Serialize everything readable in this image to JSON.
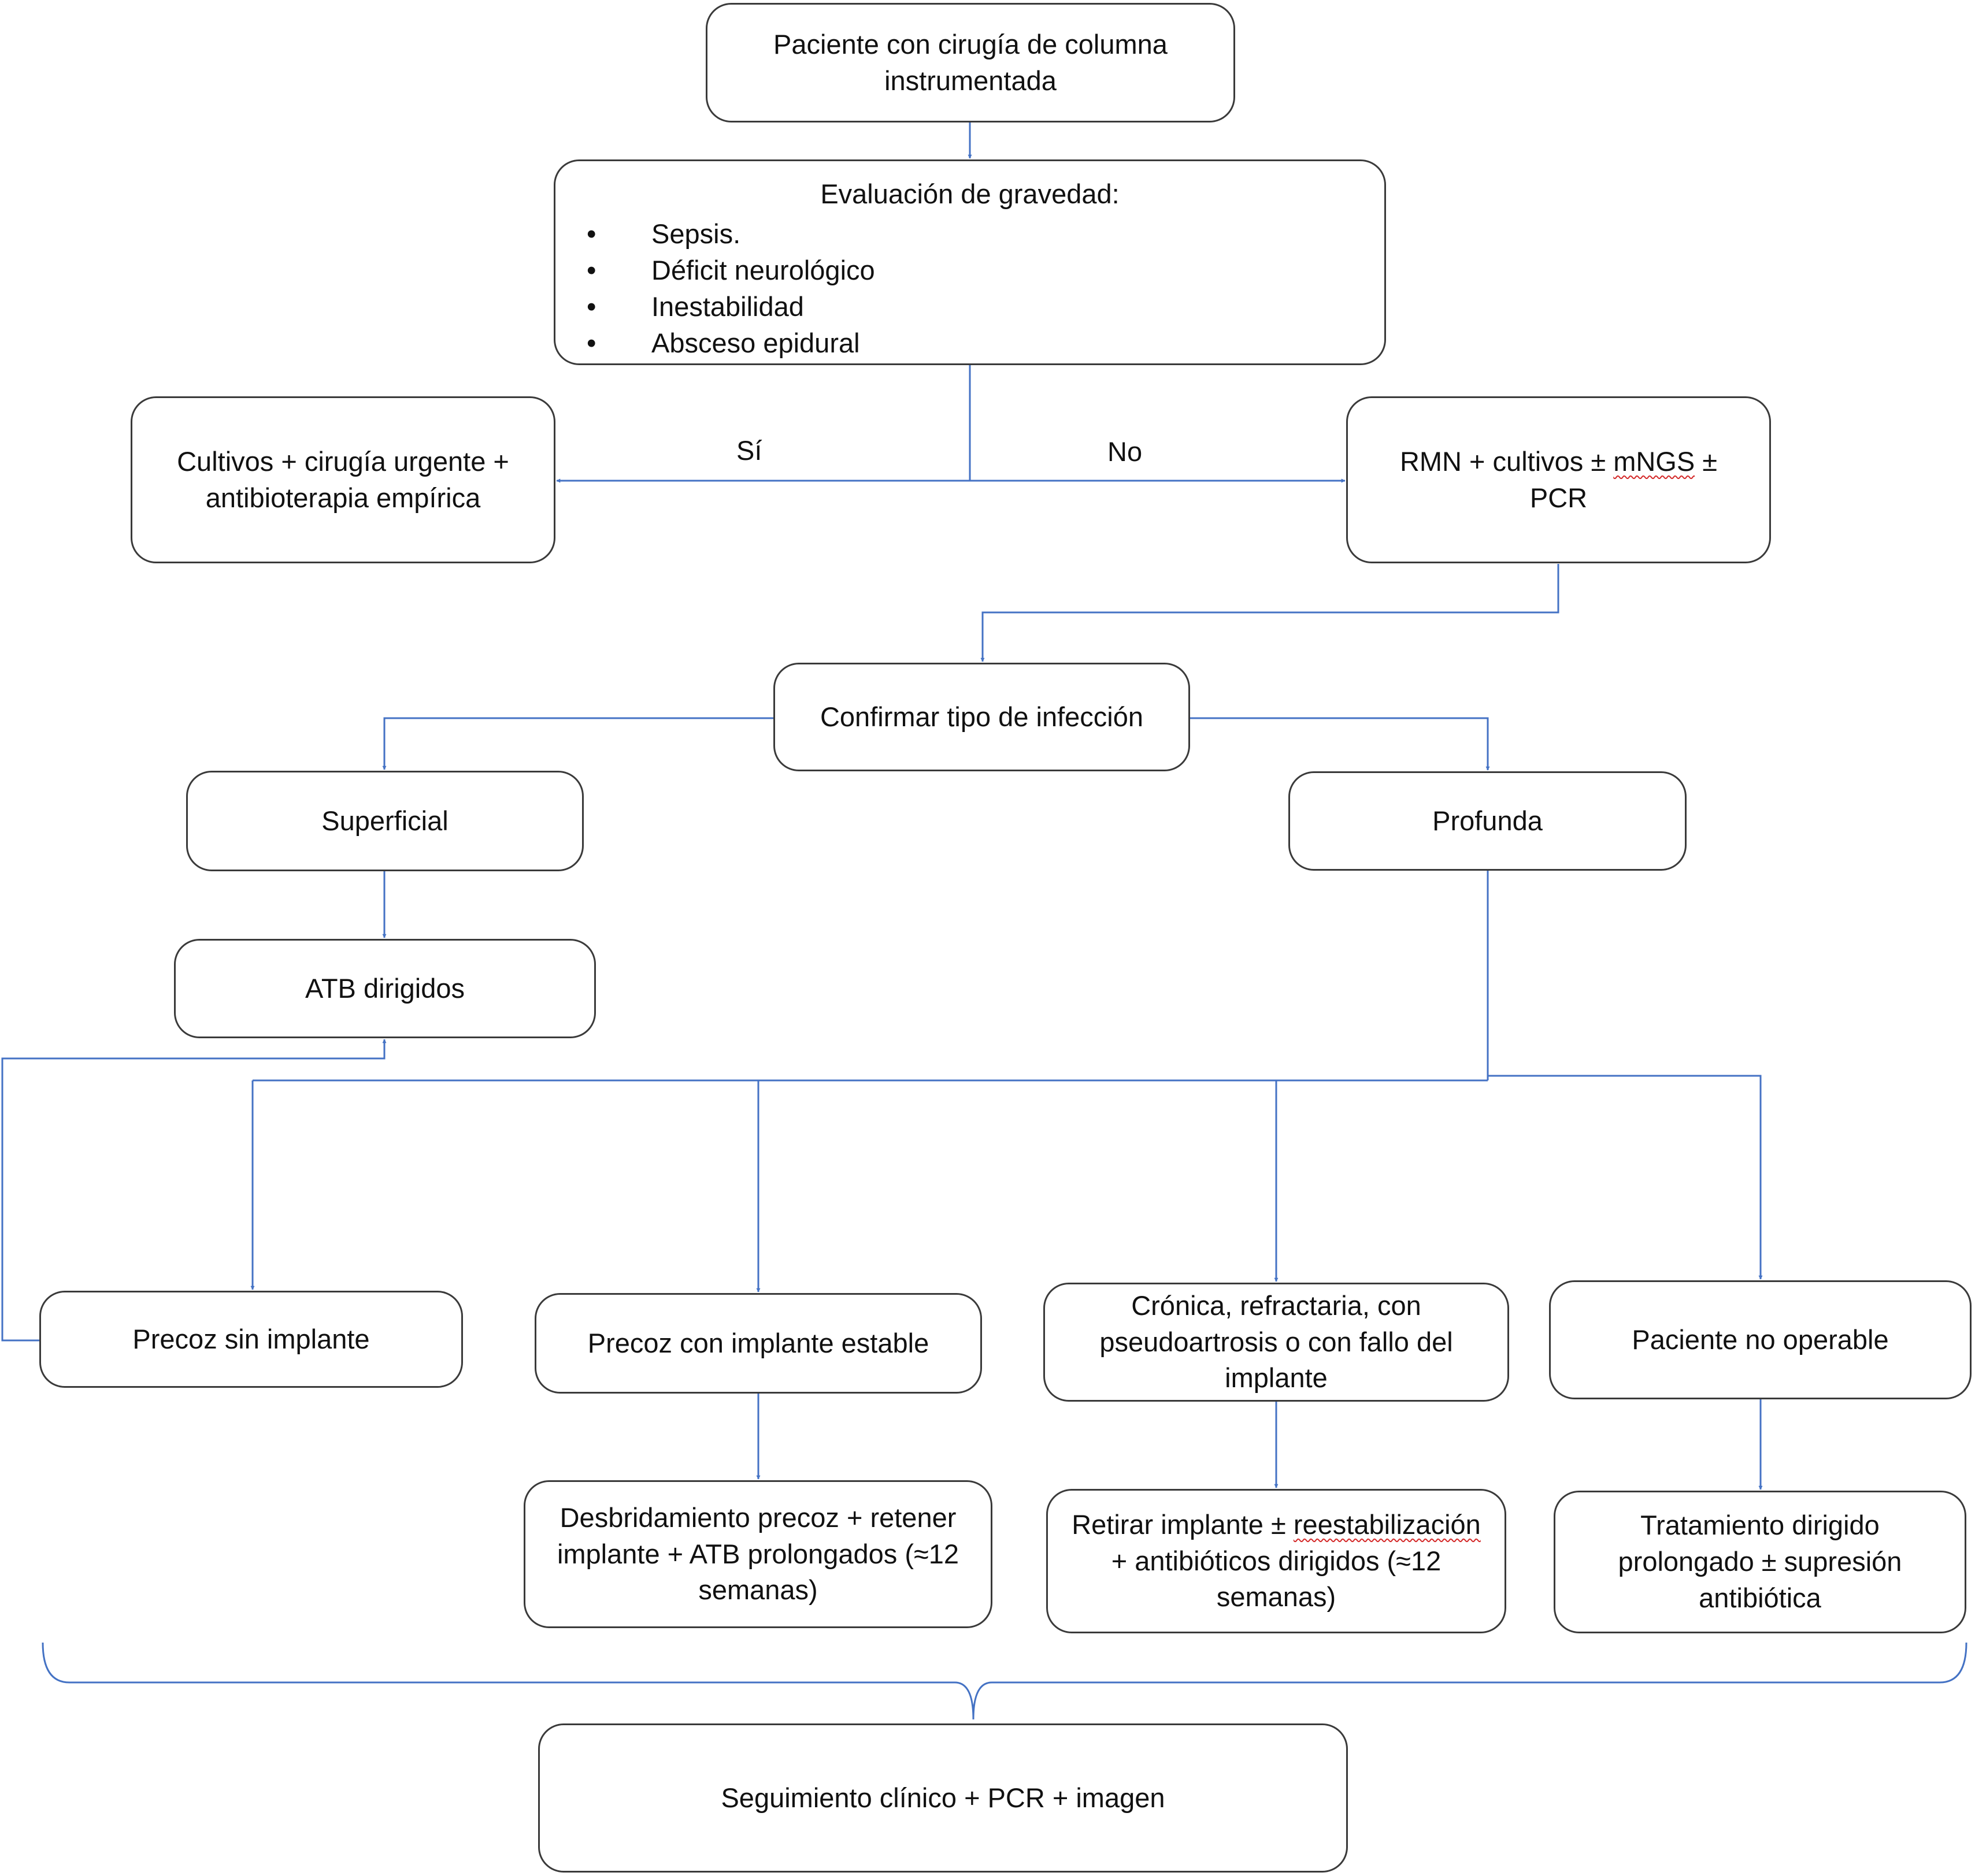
{
  "colors": {
    "connector": "#4472c4",
    "box_border": "#3a3a3a",
    "text": "#111111",
    "spellcheck": "#d42a2a"
  },
  "nodes": {
    "start": {
      "line1": "Paciente con cirugía de columna",
      "line2": "instrumentada"
    },
    "severity": {
      "title": "Evaluación de gravedad:",
      "items": [
        "Sepsis.",
        "Déficit neurológico",
        "Inestabilidad",
        "Absceso epidural"
      ]
    },
    "urgent": {
      "line1": "Cultivos + cirugía urgente +",
      "line2": "antibioterapia empírica"
    },
    "workup": {
      "part1": "RMN + cultivos ± ",
      "part2": "mNGS",
      "part3": " ± PCR"
    },
    "confirm": "Confirmar tipo de infección",
    "superficial": "Superficial",
    "deep": "Profunda",
    "atb": "ATB dirigidos",
    "early_no_implant": "Precoz sin implante",
    "early_stable": "Precoz con implante estable",
    "chronic": {
      "line1": "Crónica, refractaria, con",
      "line2": "pseudoartrosis o con fallo del",
      "line3": "implante"
    },
    "not_operable": "Paciente no operable",
    "debridement": {
      "line1": "Desbridamiento precoz + retener",
      "line2": "implante + ATB prolongados (≈12",
      "line3": "semanas)"
    },
    "remove_implant": {
      "part1": "Retirar implante ± ",
      "part2": "reestabilización",
      "line2": "+ antibióticos dirigidos (≈12",
      "line3": "semanas)"
    },
    "prolonged": {
      "line1": "Tratamiento dirigido",
      "line2": "prolongado ± supresión",
      "line3": "antibiótica"
    },
    "followup": "Seguimiento clínico + PCR + imagen"
  },
  "edge_labels": {
    "yes": "Sí",
    "no": "No"
  }
}
